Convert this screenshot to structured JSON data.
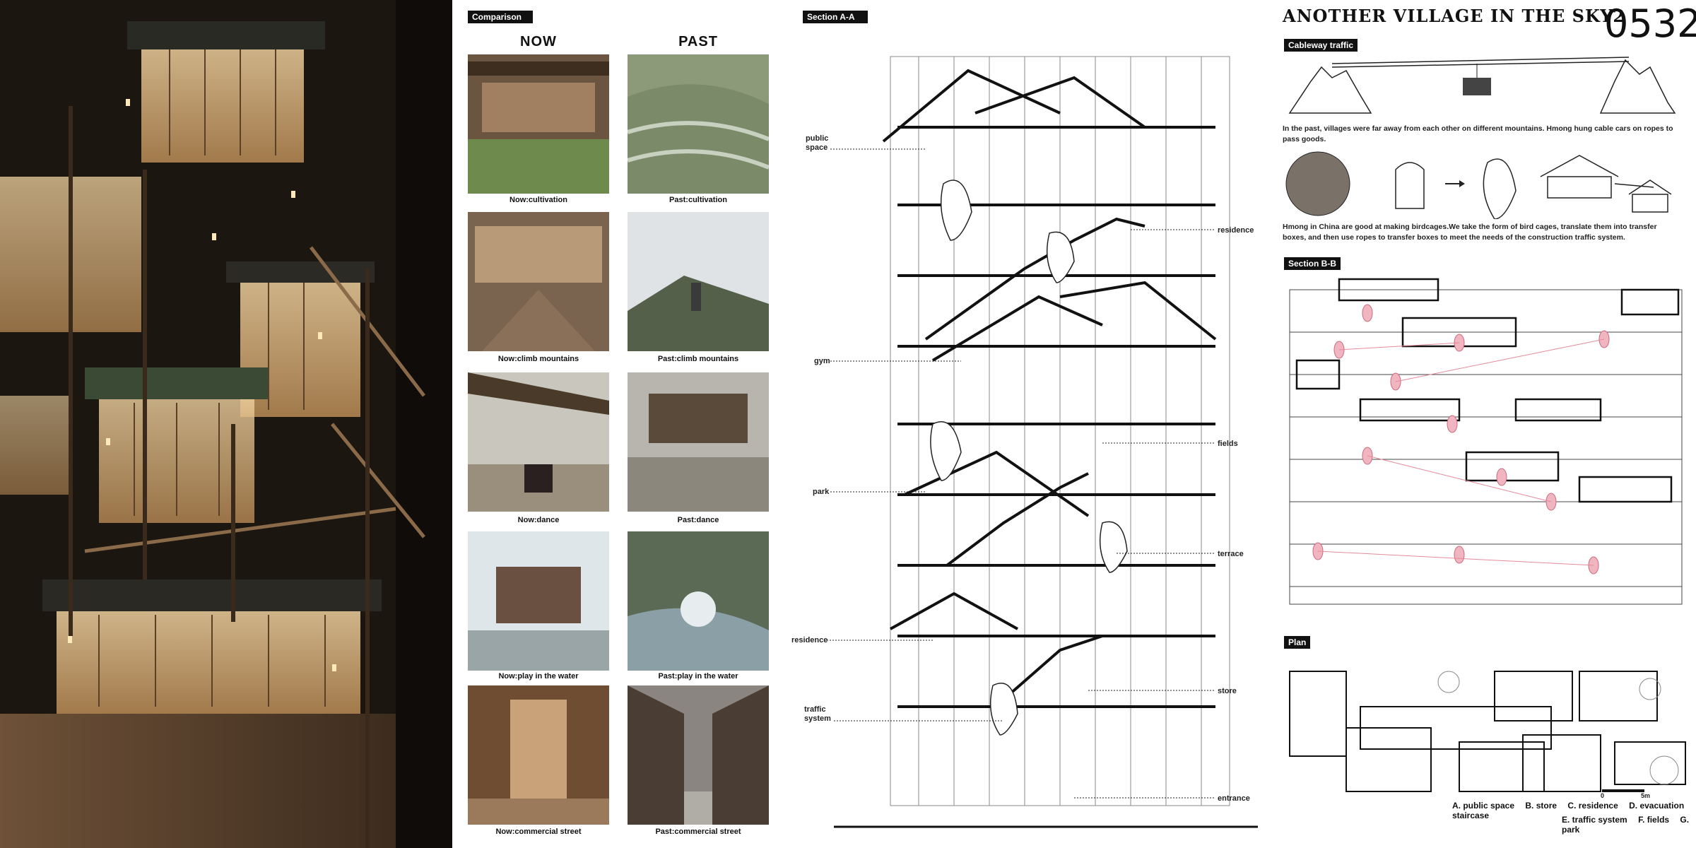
{
  "comparison": {
    "tag": "Comparison",
    "now_header": "NOW",
    "past_header": "PAST",
    "rows": [
      {
        "now": "Now:cultivation",
        "past": "Past:cultivation"
      },
      {
        "now": "Now:climb mountains",
        "past": "Past:climb mountains"
      },
      {
        "now": "Now:dance",
        "past": "Past:dance"
      },
      {
        "now": "Now:play in the water",
        "past": "Past:play in the water"
      },
      {
        "now": "Now:commercial street",
        "past": "Past:commercial street"
      }
    ]
  },
  "section_a": {
    "tag": "Section A-A",
    "labels_left": [
      "public\nspace",
      "gym",
      "park",
      "residence",
      "traffic\nsystem"
    ],
    "labels_right": [
      "residence",
      "fields",
      "terrace",
      "store",
      "entrance"
    ]
  },
  "header": {
    "title": "Another village in the sky2",
    "code": "0532"
  },
  "cableway": {
    "tag": "Cableway traffic",
    "text1": "In the past, villages were far away from each other on different mountains. Hmong  hung cable cars on ropes to pass goods.",
    "text2": "Hmong in China are good at making birdcages.We take the form of bird cages, translate them into transfer boxes, and then use ropes to transfer boxes to meet the needs of the construction traffic system."
  },
  "section_b": {
    "tag": "Section B-B"
  },
  "plan": {
    "tag": "Plan",
    "scale": [
      "0",
      "5m"
    ],
    "legend_line1": [
      "A. public space",
      "B. store",
      "C. residence",
      "D. evacuation staircase"
    ],
    "legend_line2": [
      "E. traffic system",
      "F. fields",
      "G. park"
    ]
  },
  "colors": {
    "tag_bg": "#111111",
    "cage_pink": "#e58a9a",
    "render_dark": "#1b1510",
    "render_glow": "#d8b07a"
  }
}
